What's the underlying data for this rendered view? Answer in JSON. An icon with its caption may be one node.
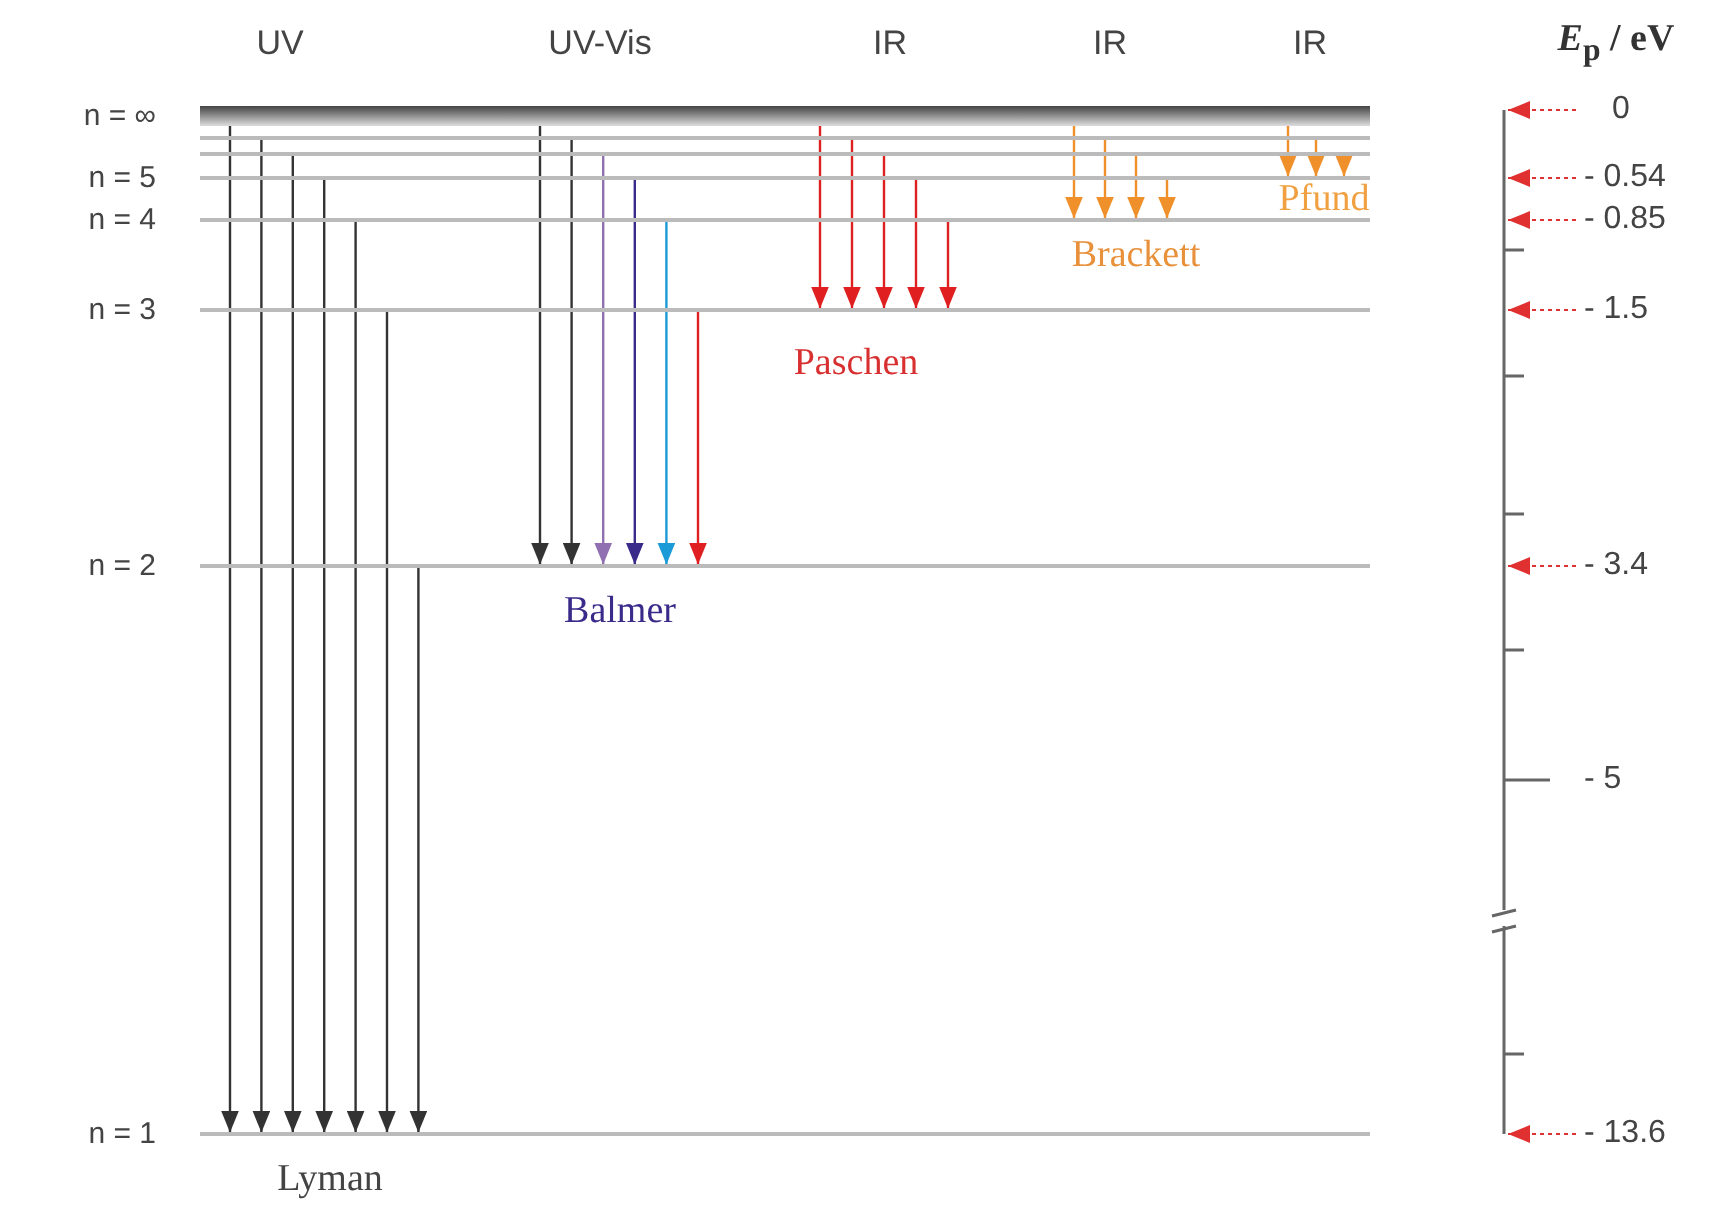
{
  "diagram": {
    "nodes": [
      {
        "text": [
          "n = ∞"
        ]
      },
      {
        "text": [],
        "shape": "bar"
      },
      {
        "text": [],
        "shape": "bar"
      },
      {
        "text": [
          "n = 5"
        ]
      },
      {
        "text": [
          "n = 4"
        ]
      },
      {
        "text": [
          "n = 3"
        ]
      },
      {
        "text": [
          "n = 2"
        ]
      },
      {
        "text": [
          "n = 1"
        ]
      }
    ],
    "edges": [
      {
        "from": 0,
        "to": 7,
        "arrow": "to"
      },
      {
        "from": 1,
        "to": 7,
        "arrow": "to"
      },
      {
        "from": 2,
        "to": 7,
        "arrow": "to"
      },
      {
        "from": 3,
        "to": 7,
        "arrow": "to"
      },
      {
        "from": 4,
        "to": 7,
        "arrow": "to"
      },
      {
        "from": 5,
        "to": 7,
        "arrow": "to"
      },
      {
        "from": 6,
        "to": 7,
        "arrow": "to"
      },
      {
        "from": 0,
        "to": 6,
        "arrow": "to"
      },
      {
        "from": 1,
        "to": 6,
        "arrow": "to"
      },
      {
        "from": 2,
        "to": 6,
        "arrow": "to",
        "color": "#9070b0"
      },
      {
        "from": 3,
        "to": 6,
        "arrow": "to",
        "color": "#3a2a8a"
      },
      {
        "from": 4,
        "to": 6,
        "arrow": "to",
        "color": "#1a9ad6"
      },
      {
        "from": 5,
        "to": 6,
        "arrow": "to",
        "color": "#e02020"
      },
      {
        "from": 0,
        "to": 5,
        "arrow": "to",
        "color": "#e02020"
      },
      {
        "from": 1,
        "to": 5,
        "arrow": "to",
        "color": "#e02020"
      },
      {
        "from": 2,
        "to": 5,
        "arrow": "to",
        "color": "#e02020"
      },
      {
        "from": 3,
        "to": 5,
        "arrow": "to",
        "color": "#e02020"
      },
      {
        "from": 4,
        "to": 5,
        "arrow": "to",
        "color": "#e02020"
      },
      {
        "from": 0,
        "to": 4,
        "arrow": "to",
        "color": "#f0902a"
      },
      {
        "from": 1,
        "to": 4,
        "arrow": "to",
        "color": "#f0902a"
      },
      {
        "from": 2,
        "to": 4,
        "arrow": "to",
        "color": "#f0902a"
      },
      {
        "from": 3,
        "to": 4,
        "arrow": "to",
        "color": "#f0902a"
      },
      {
        "from": 0,
        "to": 3,
        "arrow": "to",
        "color": "#f0902a"
      },
      {
        "from": 1,
        "to": 3,
        "arrow": "to",
        "color": "#f0902a"
      },
      {
        "from": 2,
        "to": 3,
        "arrow": "to",
        "color": "#f0902a"
      }
    ],
    "labels": [
      "UV",
      "UV-Vis",
      "IR",
      "IR",
      "IR",
      "*E*$_{p}$ / eV",
      "0",
      "- 0.54",
      "- 0.85",
      "- 1.5",
      "Paschen",
      "Brackett",
      "Pfund",
      "Balmer",
      "- 3.4",
      "- 5",
      "Lyman",
      "- 13.6"
    ]
  }
}
